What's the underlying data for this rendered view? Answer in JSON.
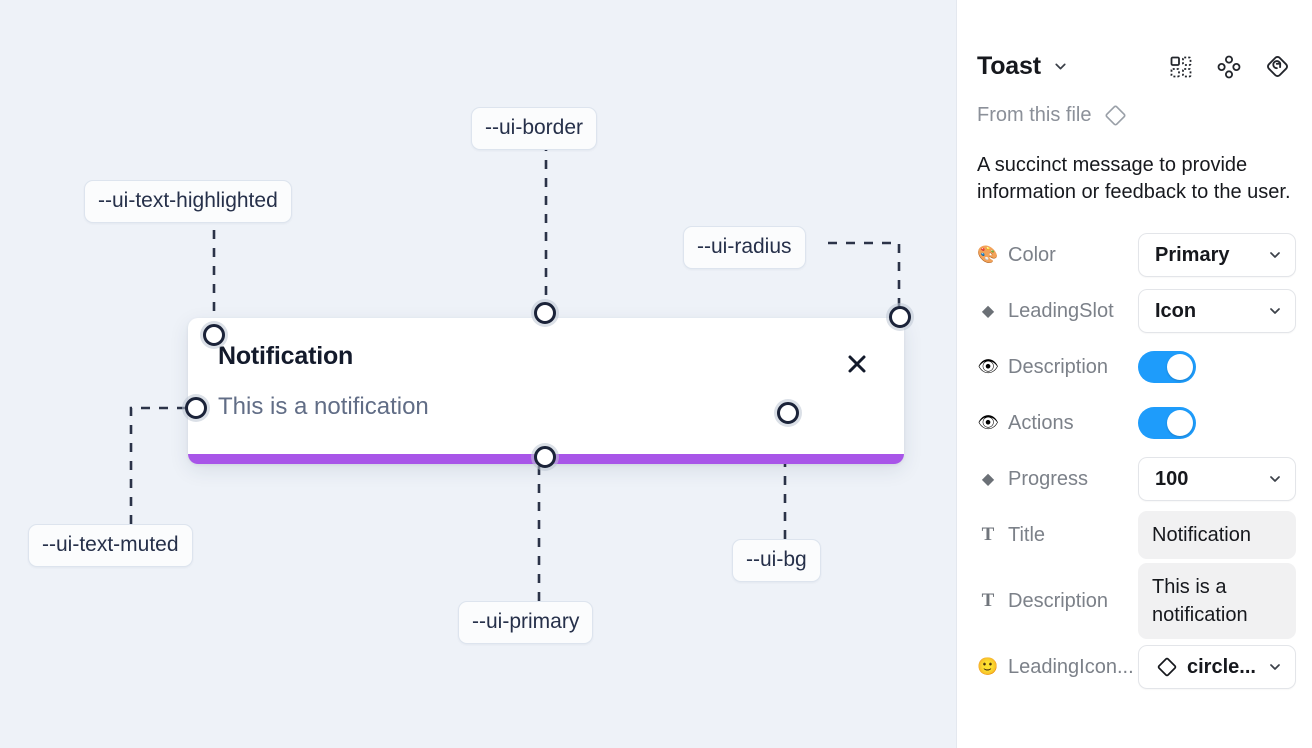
{
  "canvas": {
    "background_color": "#eef2f8",
    "tokens": [
      {
        "id": "ui-text-highlighted",
        "label": "--ui-text-highlighted"
      },
      {
        "id": "ui-border",
        "label": "--ui-border"
      },
      {
        "id": "ui-radius",
        "label": "--ui-radius"
      },
      {
        "id": "ui-text-muted",
        "label": "--ui-text-muted"
      },
      {
        "id": "ui-primary",
        "label": "--ui-primary"
      },
      {
        "id": "ui-bg",
        "label": "--ui-bg"
      }
    ]
  },
  "toast": {
    "title": "Notification",
    "description": "This is a notification",
    "close_icon": "close-icon",
    "progress_color": "#a855e8",
    "background_color": "#ffffff"
  },
  "panel": {
    "title": "Toast",
    "header_icons": [
      "component-grid-icon",
      "variants-icon",
      "reset-icon"
    ],
    "from_file_label": "From this file",
    "from_file_icon": "diamond-icon",
    "description": "A succinct message to provide information or feedback to the user.",
    "properties": [
      {
        "icon": "palette-icon",
        "glyph": "🎨",
        "label": "Color",
        "control": "select",
        "value": "Primary"
      },
      {
        "icon": "diamond-icon",
        "glyph": "◆",
        "label": "LeadingSlot",
        "control": "select",
        "value": "Icon"
      },
      {
        "icon": "eye-icon",
        "glyph": "👁",
        "label": "Description",
        "control": "toggle",
        "value": "on"
      },
      {
        "icon": "eye-icon",
        "glyph": "👁",
        "label": "Actions",
        "control": "toggle",
        "value": "on"
      },
      {
        "icon": "diamond-icon",
        "glyph": "◆",
        "label": "Progress",
        "control": "select",
        "value": "100"
      },
      {
        "icon": "text-icon",
        "glyph": "T",
        "label": "Title",
        "control": "text",
        "value": "Notification"
      },
      {
        "icon": "text-icon",
        "glyph": "T",
        "label": "Description",
        "control": "text",
        "value": "This is a notification"
      },
      {
        "icon": "emoji-icon",
        "glyph": "🙂",
        "label": "LeadingIcon...",
        "control": "select-icon",
        "value": "circle..."
      }
    ],
    "toggle_on_color": "#1e9cfb"
  }
}
